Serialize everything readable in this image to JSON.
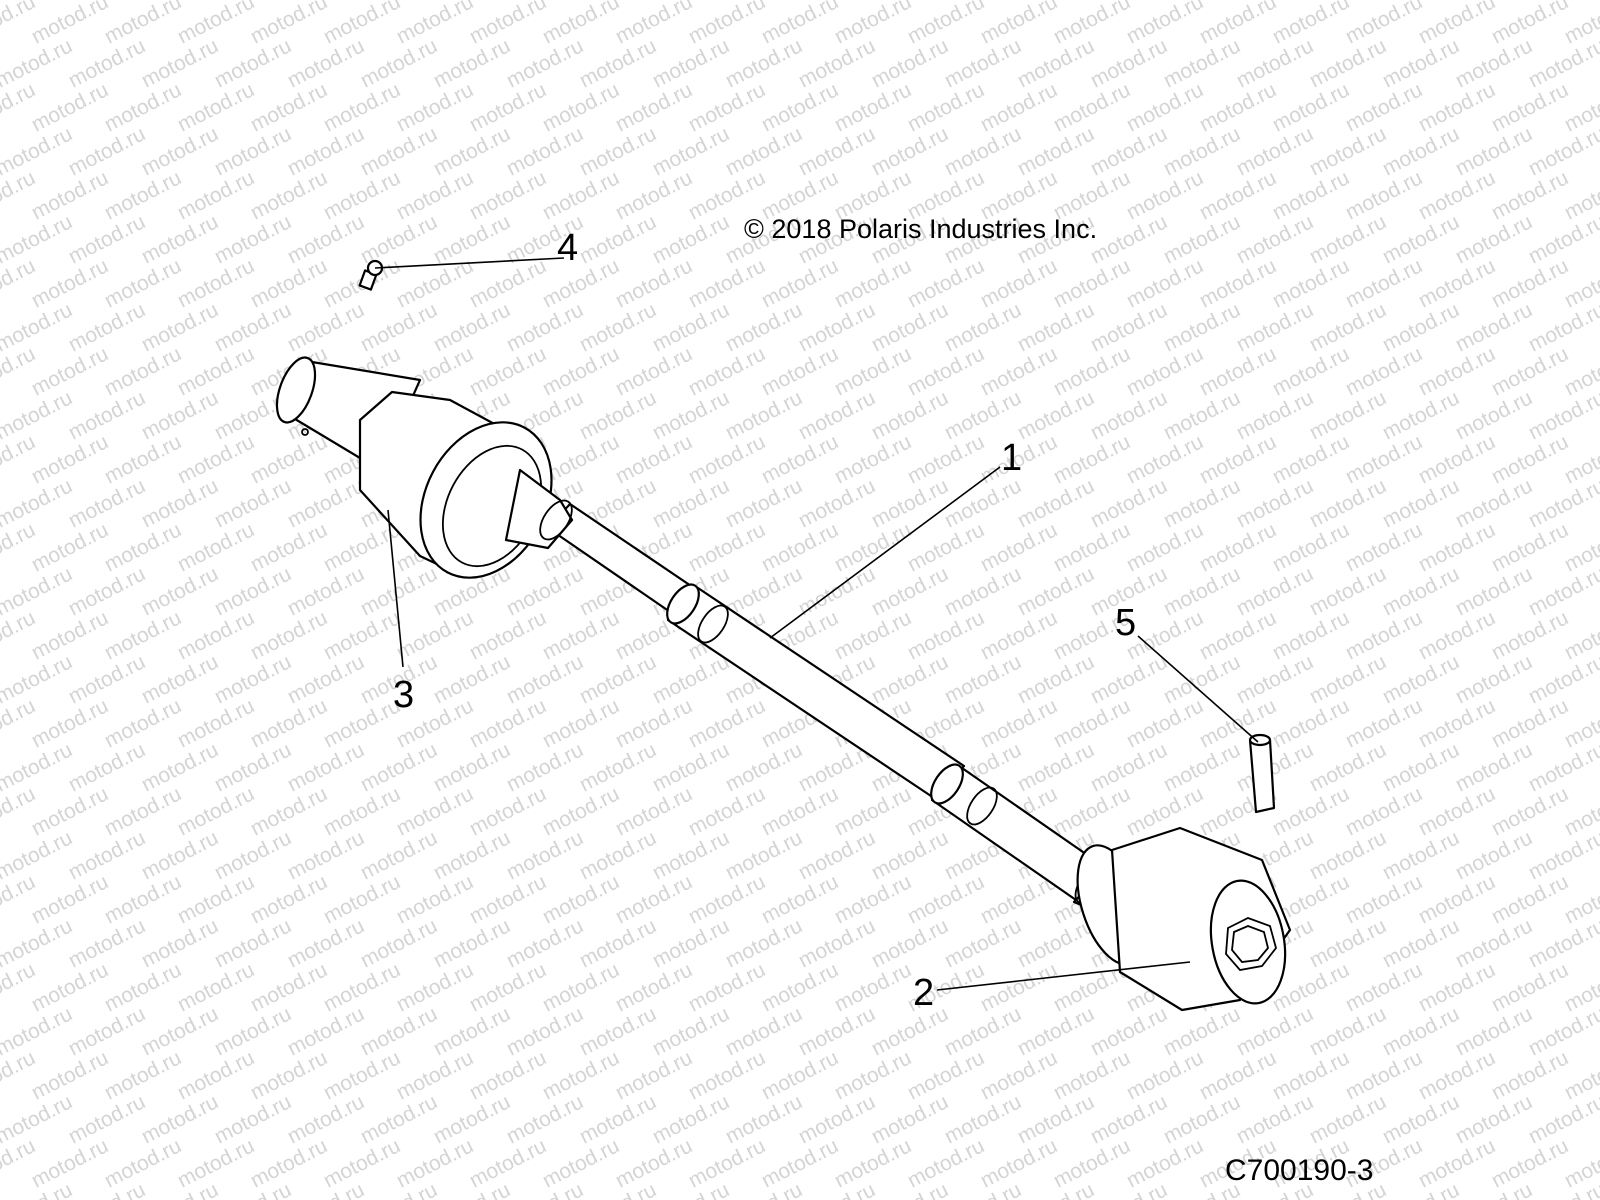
{
  "watermark": {
    "text": "motod.ru",
    "color": "#d4d4d4"
  },
  "copyright": "© 2018 Polaris Industries Inc.",
  "figure_code": "C700190-3",
  "callouts": {
    "c1": "1",
    "c2": "2",
    "c3": "3",
    "c4": "4",
    "c5": "5"
  },
  "parts": [
    "prop-shaft",
    "front-yoke",
    "rear-yoke",
    "grease-fitting",
    "roll-pin"
  ]
}
